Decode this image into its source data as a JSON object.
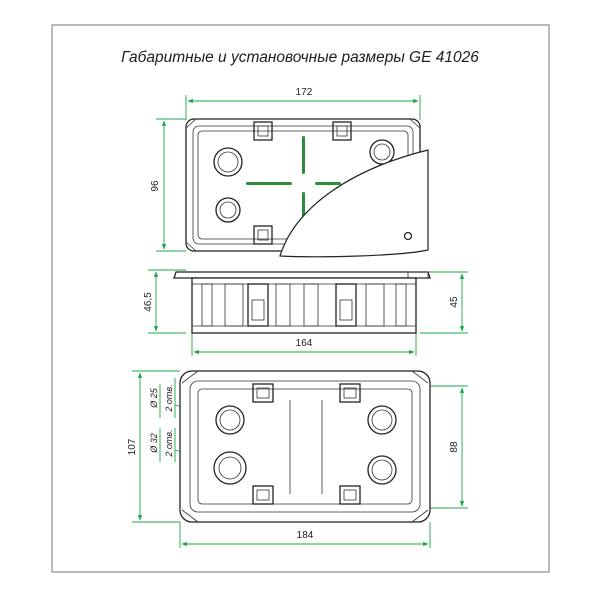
{
  "title": "Габаритные и установочные размеры GE 41026",
  "top_view": {
    "width_label": "172",
    "height_label": "96"
  },
  "side_view": {
    "height_left_label": "46,5",
    "height_right_label": "45",
    "width_label": "164"
  },
  "bottom_view": {
    "outer_height_label": "107",
    "hole_small_label": "Ø 25",
    "hole_small_count": "2 отв.",
    "hole_large_label": "Ø 32",
    "hole_large_count": "2 отв.",
    "mount_height_label": "88",
    "width_label": "184"
  },
  "colors": {
    "dimension_green": "#1aa64a",
    "rib_green": "#2f8a3b",
    "frame_gray": "#8c8c8c"
  }
}
